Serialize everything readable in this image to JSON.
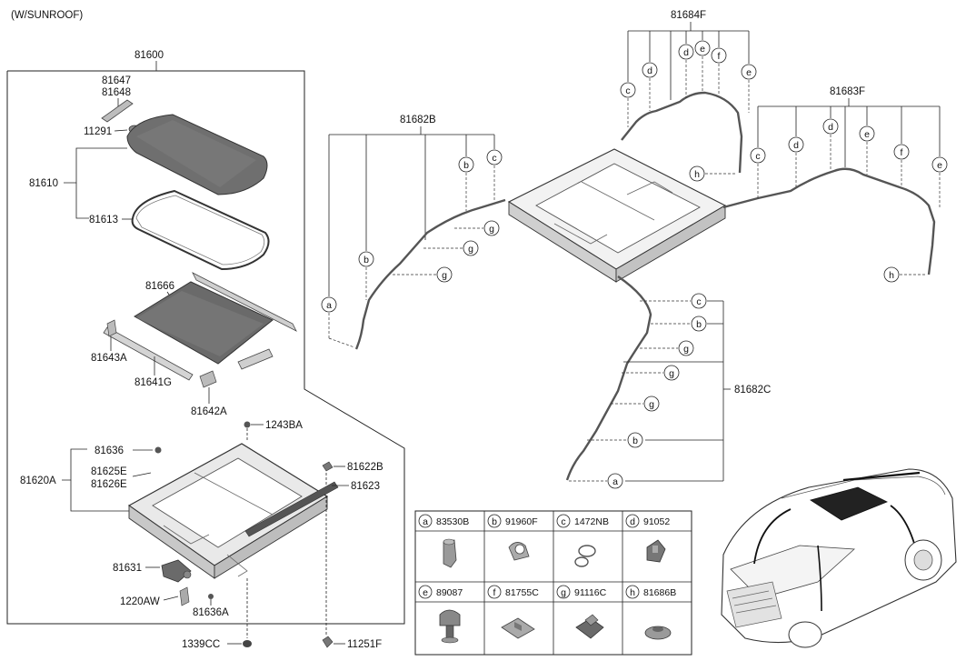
{
  "header": {
    "variant": "(W/SUNROOF)"
  },
  "parts": {
    "p81600": "81600",
    "p81647": "81647",
    "p81648": "81648",
    "p11291": "11291",
    "p81610": "81610",
    "p81613": "81613",
    "p81666": "81666",
    "p81643A": "81643A",
    "p81641G": "81641G",
    "p81642A": "81642A",
    "p1243BA": "1243BA",
    "p81636": "81636",
    "p81620A": "81620A",
    "p81625E": "81625E",
    "p81626E": "81626E",
    "p81622B": "81622B",
    "p81623": "81623",
    "p81631": "81631",
    "p1220AW": "1220AW",
    "p81636A": "81636A",
    "p1339CC": "1339CC",
    "p11251F": "11251F",
    "p81684F": "81684F",
    "p81683F": "81683F",
    "p81682B": "81682B",
    "p81682C": "81682C"
  },
  "callout_letters": {
    "a": "a",
    "b": "b",
    "c": "c",
    "d": "d",
    "e": "e",
    "f": "f",
    "g": "g",
    "h": "h"
  },
  "legend": [
    {
      "letter": "a",
      "part": "83530B"
    },
    {
      "letter": "b",
      "part": "91960F"
    },
    {
      "letter": "c",
      "part": "1472NB"
    },
    {
      "letter": "d",
      "part": "91052"
    },
    {
      "letter": "e",
      "part": "89087"
    },
    {
      "letter": "f",
      "part": "81755C"
    },
    {
      "letter": "g",
      "part": "91116C"
    },
    {
      "letter": "h",
      "part": "81686B"
    }
  ],
  "colors": {
    "line": "#222222",
    "glass": "#6f6f6f",
    "glass_dark": "#4a4a4a",
    "part_gray": "#9a9a9a"
  }
}
